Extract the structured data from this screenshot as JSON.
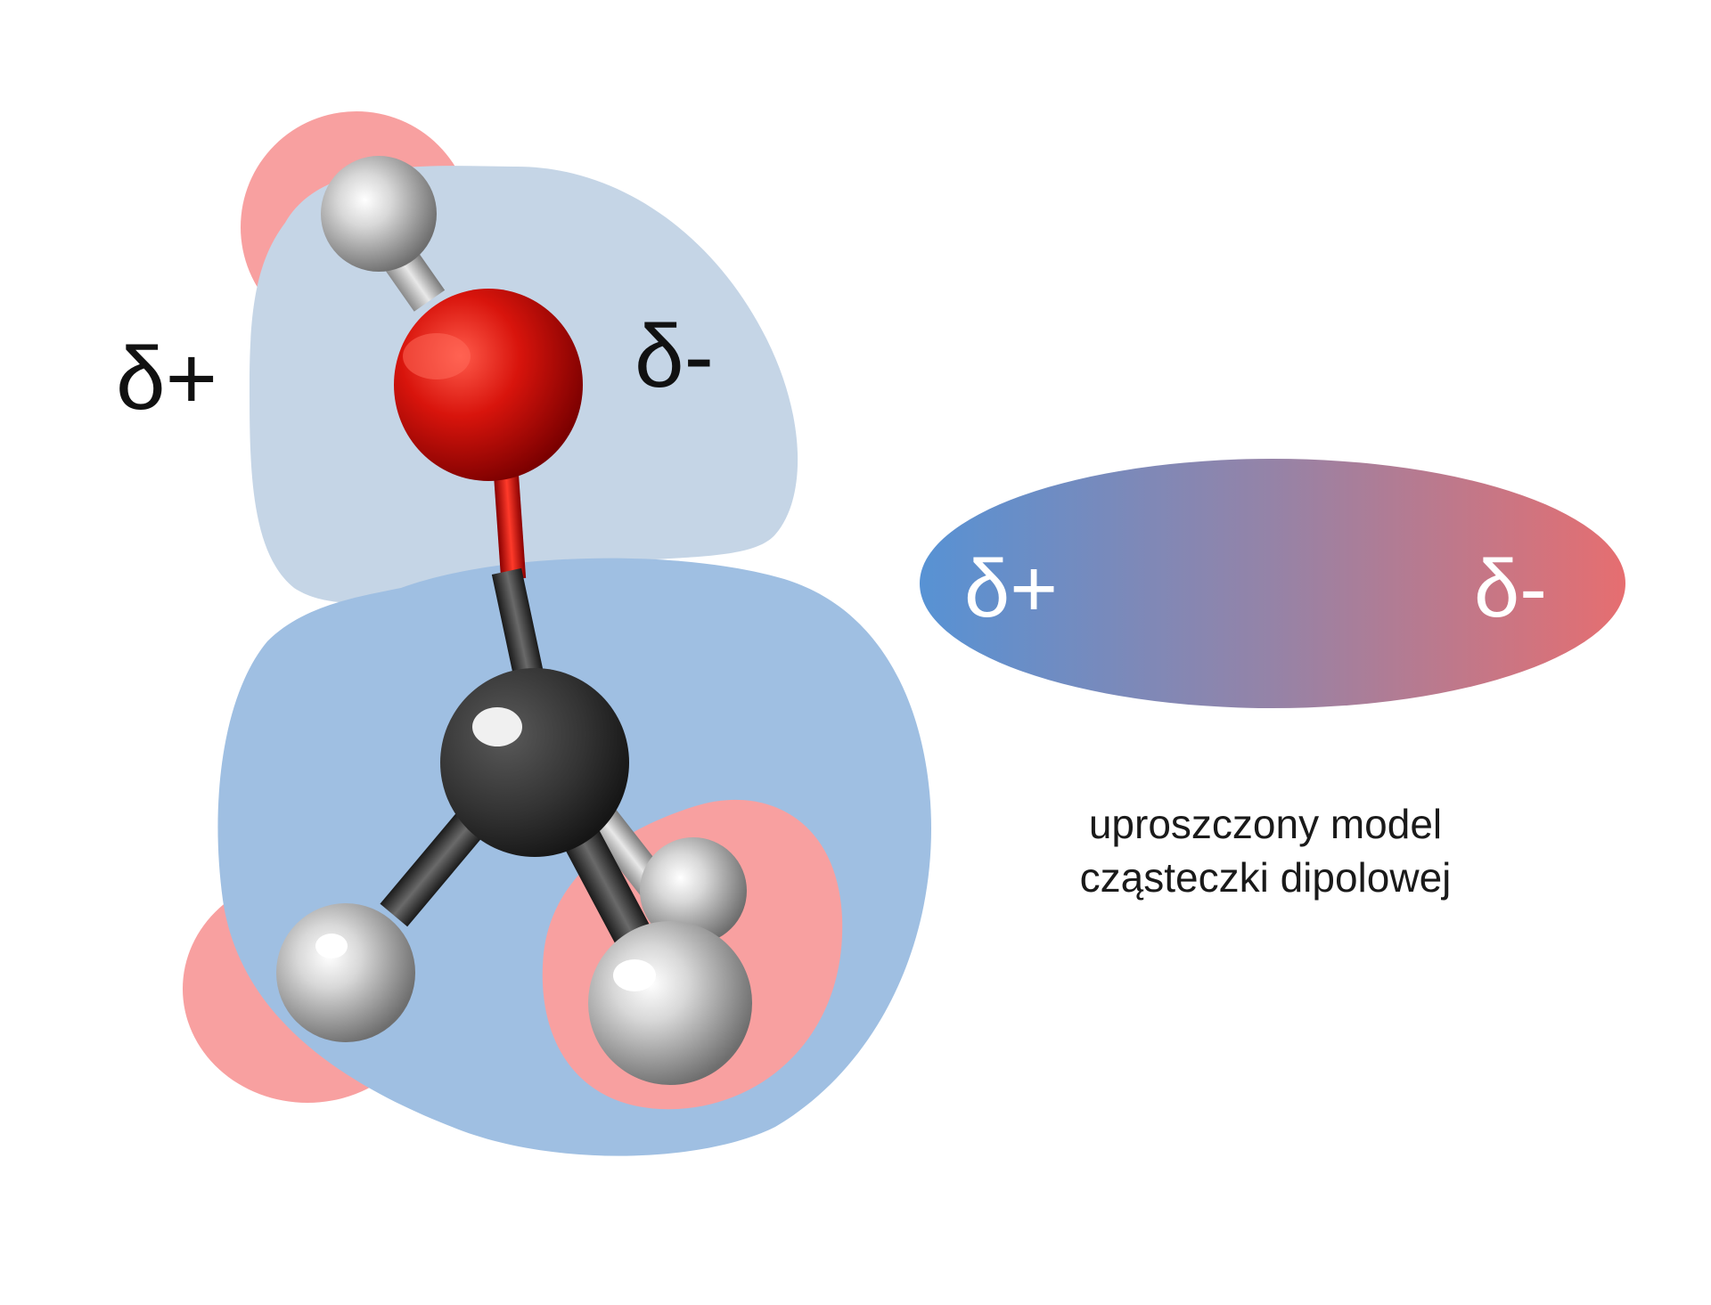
{
  "molecule": {
    "labels": {
      "positive": "δ+",
      "negative": "δ-"
    },
    "colors": {
      "positive_region": "#f8a0a0",
      "negative_region_top": "#c5d5e6",
      "negative_region_bottom": "#9fbfe2",
      "oxygen": "#d81a12",
      "carbon": "#3a3a3a",
      "hydrogen": "#c8c8c8"
    }
  },
  "dipole_model": {
    "labels": {
      "positive": "δ+",
      "negative": "δ-"
    },
    "colors": {
      "positive_end": "#5792d4",
      "middle": "#9583a7",
      "negative_end": "#e66e70"
    },
    "caption": {
      "line1": "uproszczony model",
      "line2": "cząsteczki dipolowej"
    }
  }
}
